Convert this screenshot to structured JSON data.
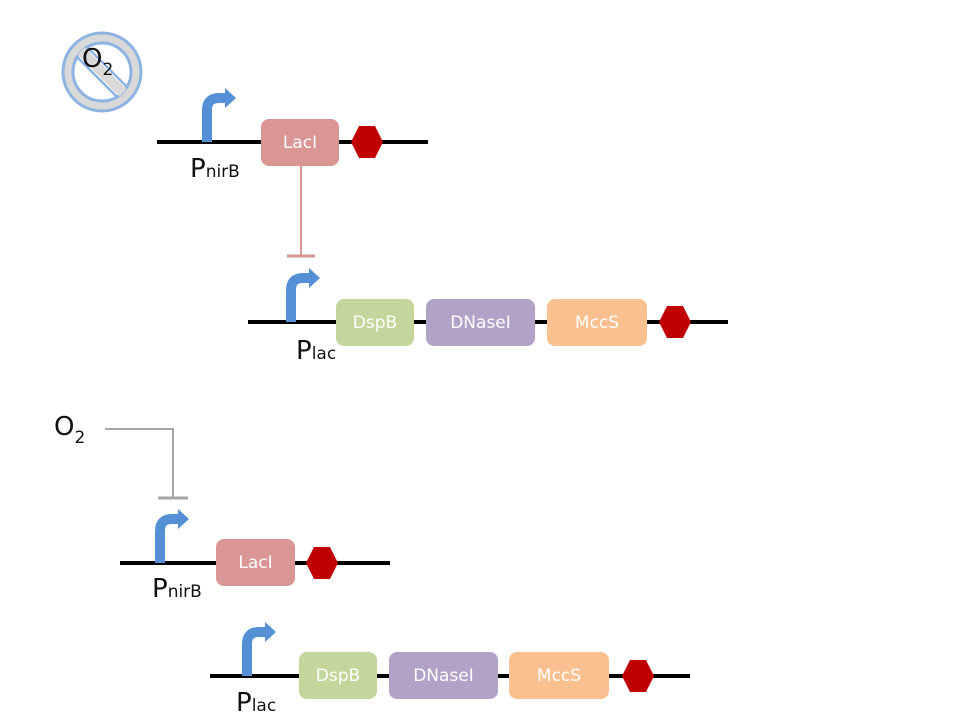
{
  "colors": {
    "dna": "#000000",
    "promoter": "#5590d6",
    "terminator": "#c00000",
    "lacI": "#d99694",
    "dspB": "#c3d69b",
    "dnaseI": "#b2a2c7",
    "mccS": "#fac090",
    "repression_top": "#d99694",
    "repression_bottom": "#a6a6a6",
    "no_o2_fill": "#d9d9d9",
    "no_o2_ring": "#8db3e2"
  },
  "anaerobic_condition": {
    "no_oxygen_icon": {
      "main": "O",
      "sub": "2"
    },
    "construct_1": {
      "promoter": {
        "main": "P",
        "sub": "nirB"
      },
      "genes": [
        {
          "label": "LacI"
        }
      ]
    },
    "construct_2": {
      "promoter": {
        "main": "P",
        "sub": "lac"
      },
      "genes": [
        {
          "label": "DspB"
        },
        {
          "label": "DNaseI"
        },
        {
          "label": "MccS"
        }
      ]
    }
  },
  "aerobic_condition": {
    "oxygen_label": {
      "main": "O",
      "sub": "2"
    },
    "construct_1": {
      "promoter": {
        "main": "P",
        "sub": "nirB"
      },
      "genes": [
        {
          "label": "LacI"
        }
      ]
    },
    "construct_2": {
      "promoter": {
        "main": "P",
        "sub": "lac"
      },
      "genes": [
        {
          "label": "DspB"
        },
        {
          "label": "DNaseI"
        },
        {
          "label": "MccS"
        }
      ]
    }
  }
}
